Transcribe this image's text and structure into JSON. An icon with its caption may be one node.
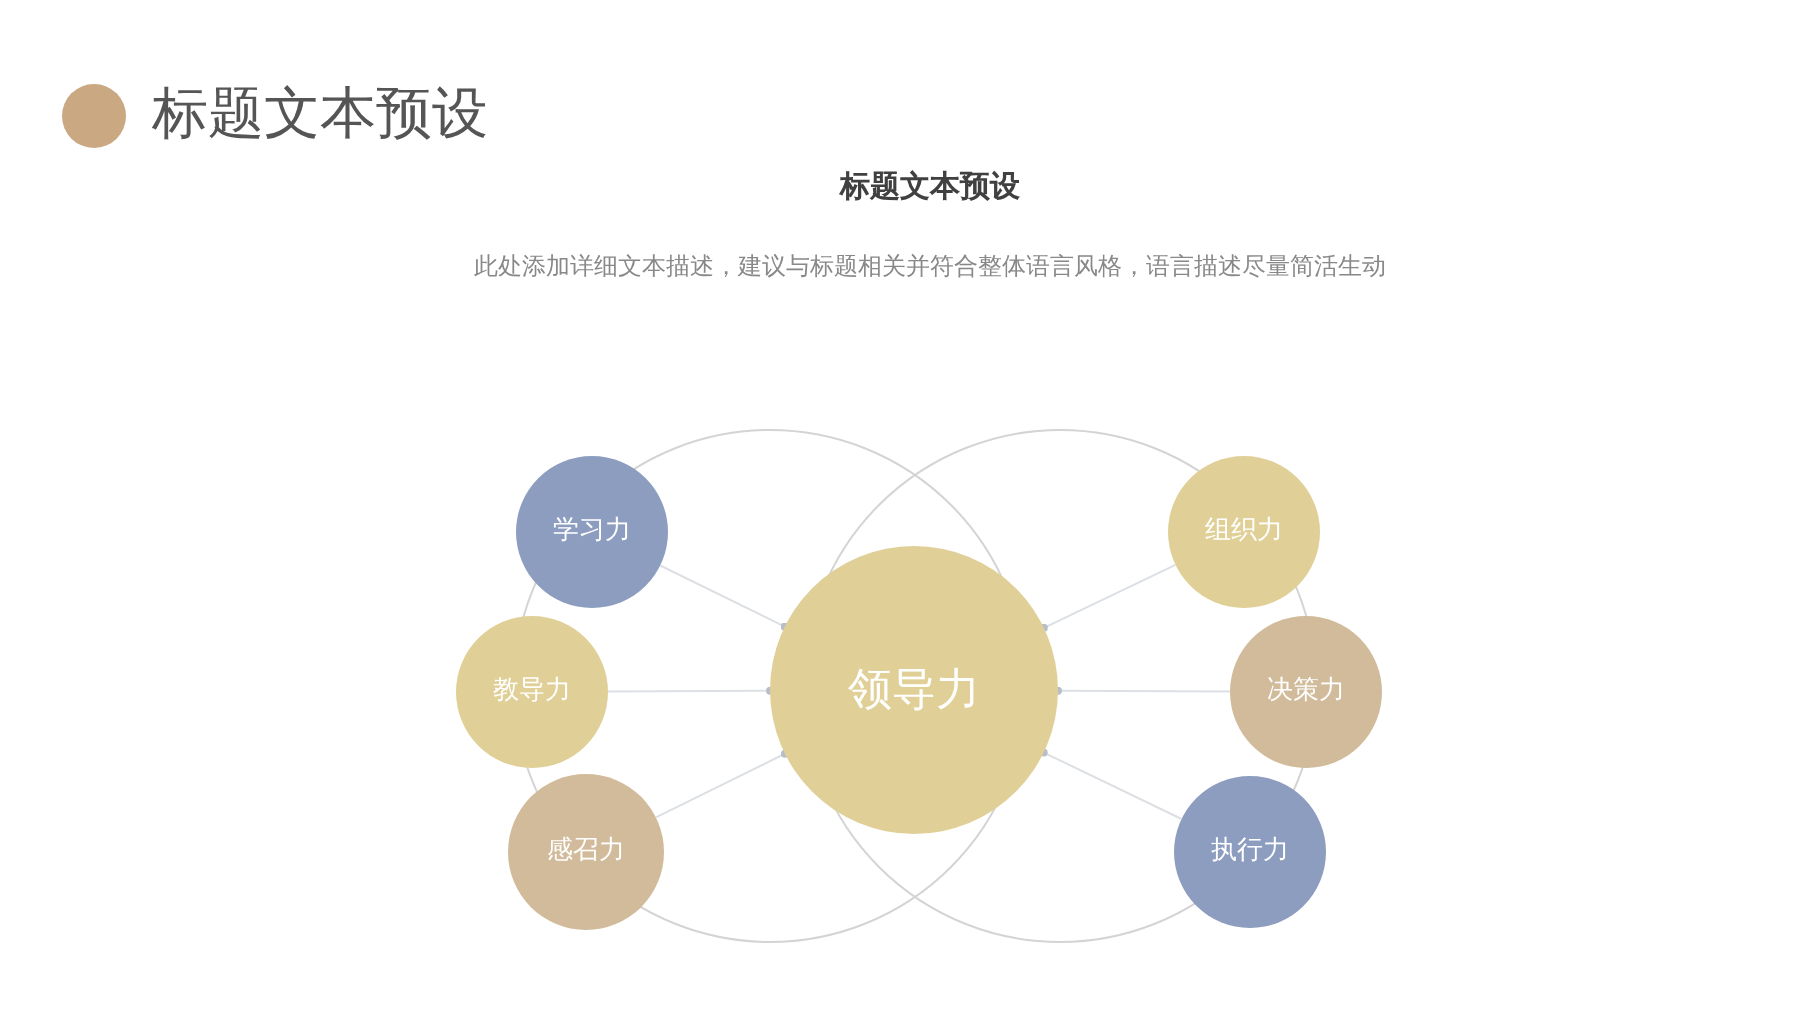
{
  "diagram": {
    "title": "标题文本预设",
    "nodes": [
      {
        "text": [
          "领导力"
        ]
      },
      {
        "text": [
          "学习力"
        ]
      },
      {
        "text": [
          "教导力"
        ]
      },
      {
        "text": [
          "感召力"
        ]
      },
      {
        "text": [
          "组织力"
        ]
      },
      {
        "text": [
          "决策力"
        ]
      },
      {
        "text": [
          "执行力"
        ]
      }
    ],
    "edges": [
      {
        "from": 1,
        "to": 0,
        "arrow": "other"
      },
      {
        "from": 2,
        "to": 0,
        "arrow": "other"
      },
      {
        "from": 3,
        "to": 0,
        "arrow": "other"
      },
      {
        "from": 4,
        "to": 0,
        "arrow": "other"
      },
      {
        "from": 5,
        "to": 0,
        "arrow": "other"
      },
      {
        "from": 6,
        "to": 0,
        "arrow": "other"
      }
    ],
    "labels": [
      "标题文本预设",
      "此处添加详细文本描述，建议与标题相关并符合整体语言风格，语言描述尽量简活生动"
    ]
  }
}
